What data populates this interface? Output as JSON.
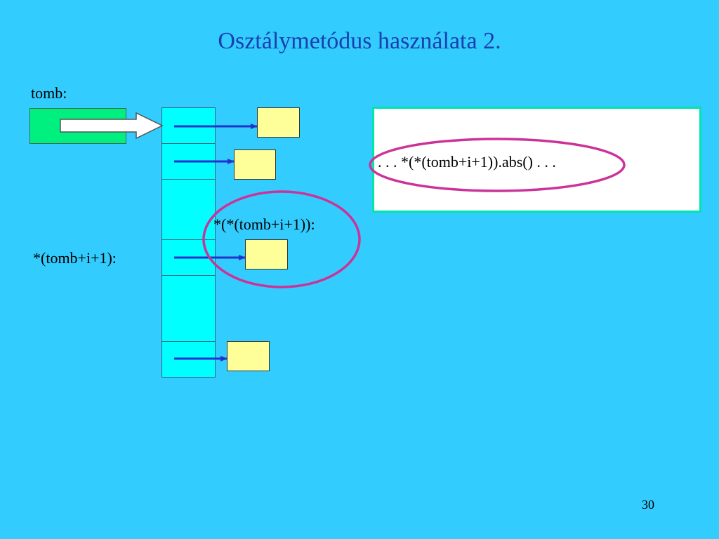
{
  "slide": {
    "title": "Osztálymetódus használata 2.",
    "page_number": "30"
  },
  "diagram": {
    "tomb_label": "tomb:",
    "element_label": "*(tomb+i+1):",
    "deref_label": "*(*(tomb+i+1)):",
    "code": ". . . *(*(tomb+i+1)).abs() . . .",
    "colors": {
      "background": "#33ccff",
      "pointer_box": "#00f07f",
      "array_cell": "#00ffff",
      "object": "#ffff99",
      "arrow": "#2233cc",
      "highlight_ellipse": "#cc3399",
      "title": "#1a3fb0"
    }
  }
}
